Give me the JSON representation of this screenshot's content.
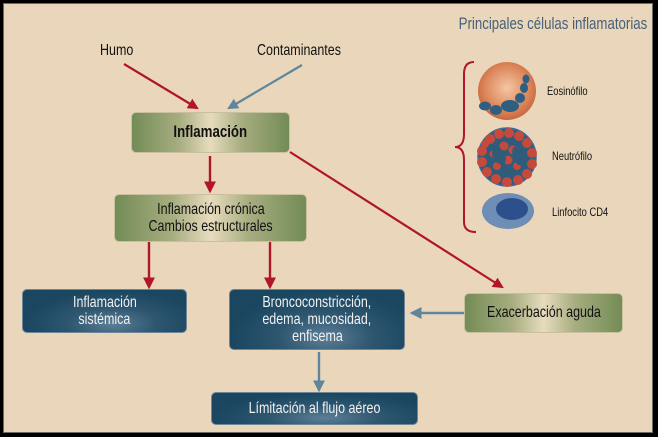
{
  "diagram": {
    "legend": {
      "title": "Principales células inflamatorias",
      "cells": [
        {
          "name": "Eosinófilo",
          "icon": "eosinophil-icon"
        },
        {
          "name": "Neutrófilo",
          "icon": "neutrophil-icon"
        },
        {
          "name": "Linfocito CD4",
          "icon": "lymphocyte-cd4-icon"
        }
      ]
    },
    "sources": {
      "smoke": "Humo",
      "pollutants": "Contaminantes"
    },
    "nodes": {
      "inflammation": "Inflamación",
      "chronic_line1": "Inflamación crónica",
      "chronic_line2": "Cambios estructurales",
      "systemic_line1": "Inflamación",
      "systemic_line2": "sistémica",
      "broncho_line1": "Broncoconstricción,",
      "broncho_line2": "edema, mucosidad,",
      "broncho_line3": "enfisema",
      "exacerbation": "Exacerbación aguda",
      "airflow": "Límitación al flujo aéreo"
    },
    "colors": {
      "background": "#ead7bb",
      "red_arrow": "#b0152a",
      "blue_arrow": "#5f869c",
      "green_box": "#738c56",
      "blue_box": "#1a4660",
      "title": "#46607a"
    }
  }
}
